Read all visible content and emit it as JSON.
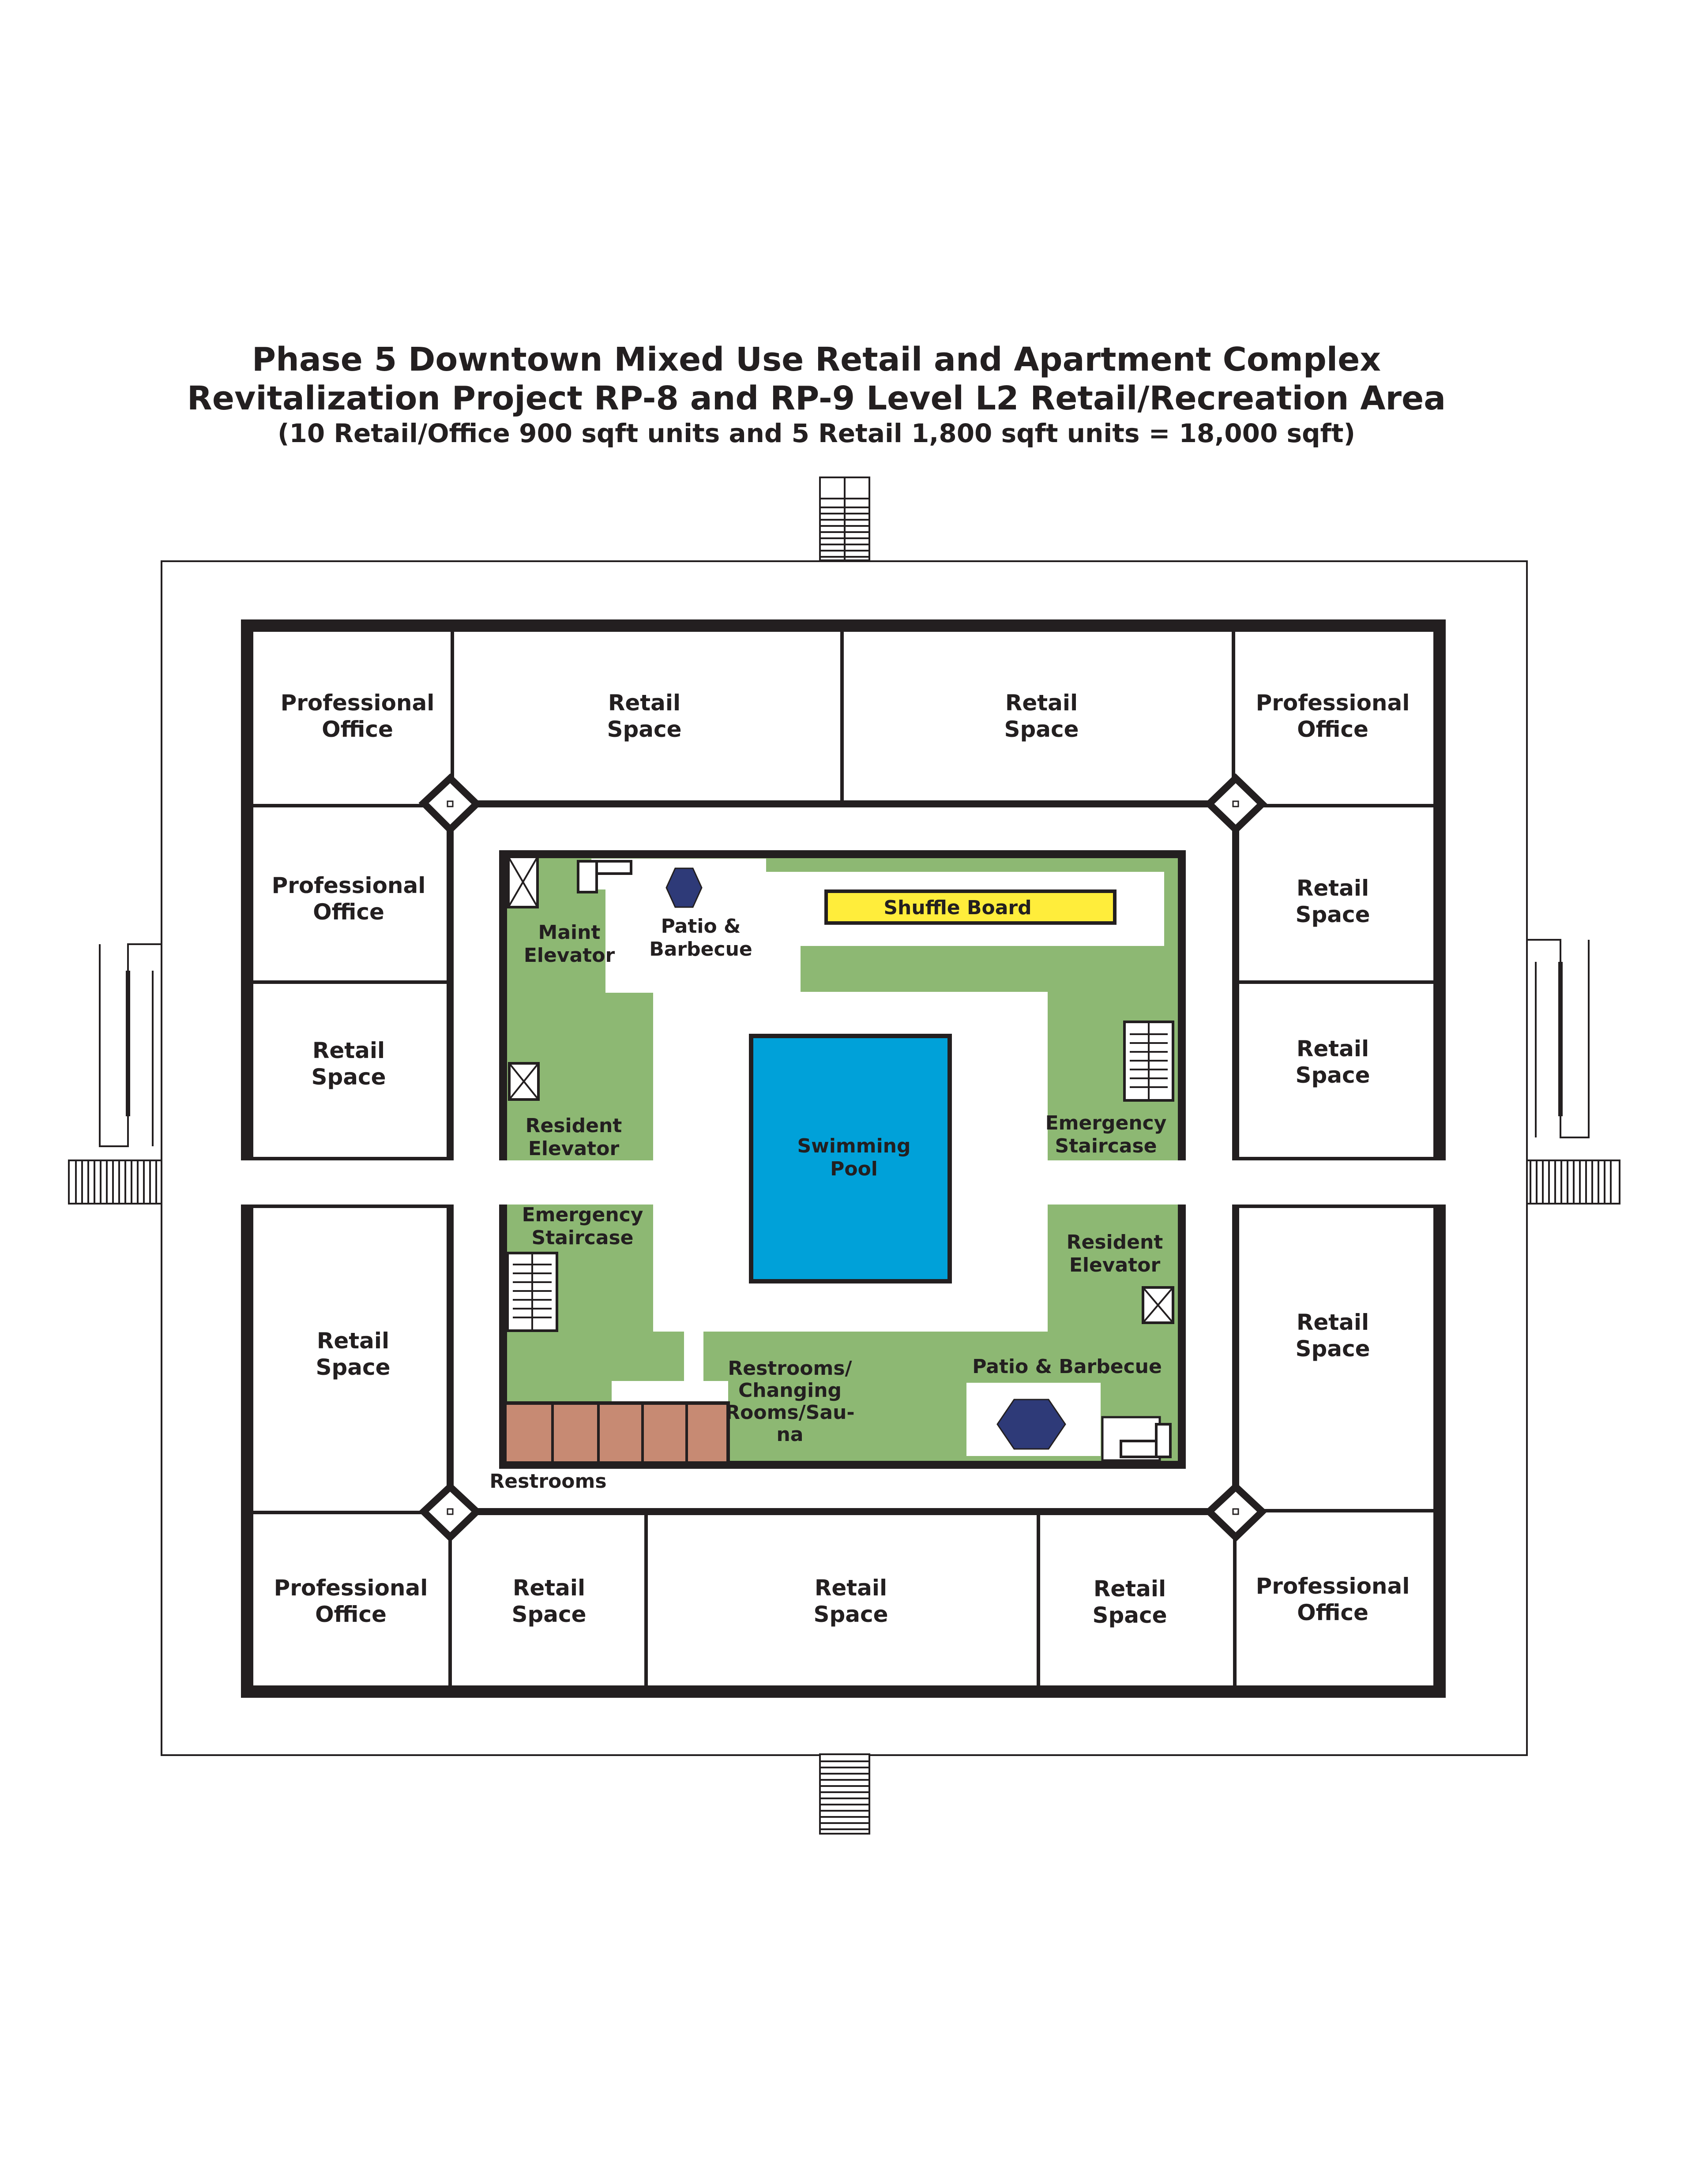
{
  "title": {
    "line1": "Phase 5 Downtown Mixed Use Retail and Apartment Complex",
    "line2": "Revitalization Project RP-8 and RP-9 Level L2 Retail/Recreation Area",
    "line3": "(10 Retail/Office 900 sqft units and 5 Retail 1,800 sqft units = 18,000 sqft)"
  },
  "units": {
    "top_left": [
      "Professional",
      "Office"
    ],
    "top_center_left": [
      "Retail",
      "Space"
    ],
    "top_center_right": [
      "Retail",
      "Space"
    ],
    "top_right": [
      "Professional",
      "Office"
    ],
    "left_upper": [
      "Professional",
      "Office"
    ],
    "left_middle": [
      "Retail",
      "Space"
    ],
    "left_lower": [
      "Retail",
      "Space"
    ],
    "right_upper": [
      "Retail",
      "Space"
    ],
    "right_middle": [
      "Retail",
      "Space"
    ],
    "right_lower": [
      "Retail",
      "Space"
    ],
    "bottom_left": [
      "Professional",
      "Office"
    ],
    "bottom_center_left": [
      "Retail",
      "Space"
    ],
    "bottom_center": [
      "Retail",
      "Space"
    ],
    "bottom_center_right": [
      "Retail",
      "Space"
    ],
    "bottom_right": [
      "Professional",
      "Office"
    ]
  },
  "courtyard": {
    "maint_elevator": [
      "Maint",
      "Elevator"
    ],
    "patio_top": [
      "Patio &",
      "Barbecue"
    ],
    "shuffle_board": "Shuffle Board",
    "resident_elevator_left": [
      "Resident",
      "Elevator"
    ],
    "swimming_pool": [
      "Swimming",
      "Pool"
    ],
    "emergency_staircase_right": [
      "Emergency",
      "Staircase"
    ],
    "emergency_staircase_left": [
      "Emergency",
      "Staircase"
    ],
    "resident_elevator_right": [
      "Resident",
      "Elevator"
    ],
    "restrooms_changing": [
      "Restrooms/",
      "Changing",
      "Rooms/Sau-",
      "na"
    ],
    "patio_bottom": "Patio & Barbecue",
    "restrooms": "Restrooms"
  },
  "colors": {
    "lawn": "#8db873",
    "pool": "#00a1d9",
    "shuffle_board": "#ffed3b",
    "patio_table": "#2e3a78",
    "restrooms": "#c78a73",
    "ink": "#231f20"
  }
}
